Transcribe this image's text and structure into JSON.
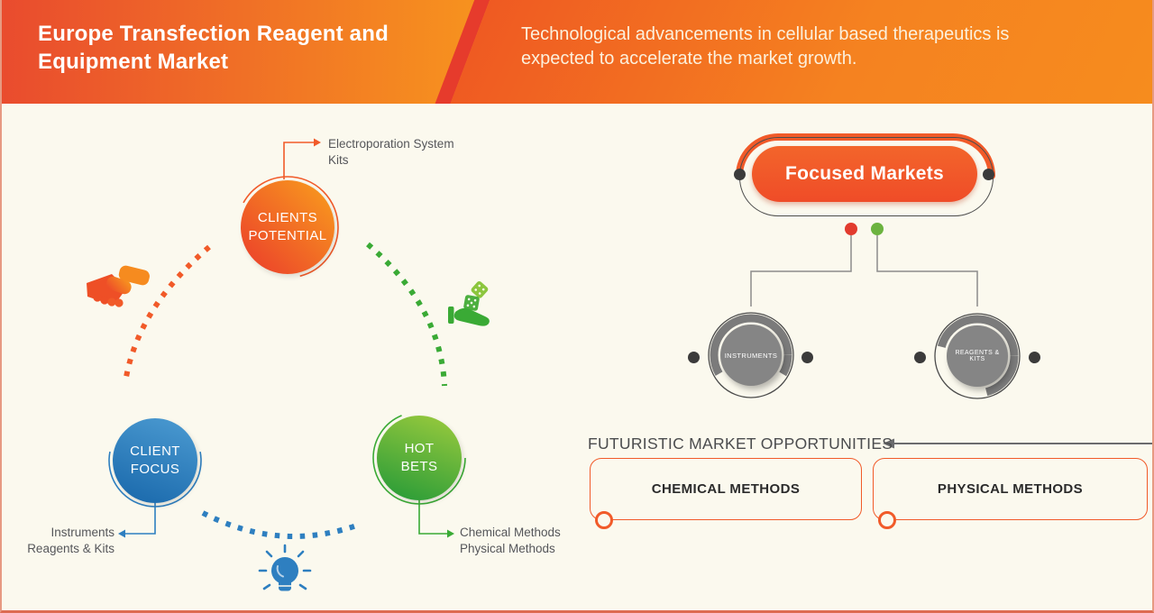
{
  "header": {
    "title_line1": "Europe Transfection Reagent and",
    "title_line2": "Equipment Market",
    "subtitle_line1": "Technological advancements in cellular based therapeutics is",
    "subtitle_line2": "expected to accelerate the market growth."
  },
  "cycle": {
    "clients_potential": {
      "line1": "CLIENTS",
      "line2": "POTENTIAL",
      "note_line1": "Electroporation System",
      "note_line2": "Kits"
    },
    "client_focus": {
      "line1": "CLIENT",
      "line2": "FOCUS",
      "note_line1": "Instruments",
      "note_line2": "Reagents & Kits"
    },
    "hot_bets": {
      "line1": "HOT",
      "line2": "BETS",
      "note_line1": "Chemical Methods",
      "note_line2": "Physical Methods"
    }
  },
  "focused_markets": {
    "title": "Focused Markets",
    "node1": "INSTRUMENTS",
    "node2": "REAGENTS & KITS"
  },
  "opportunities": {
    "heading": "FUTURISTIC MARKET OPPORTUNITIES",
    "box1": "CHEMICAL METHODS",
    "box2": "PHYSICAL METHODS"
  },
  "colors": {
    "accent_orange": "#f15a29",
    "accent_blue": "#2e7fc0",
    "accent_green": "#3aaa35",
    "node_gray": "#858585",
    "background": "#fbf9ee",
    "header_red": "#e94b2e",
    "header_orange": "#f8991d"
  }
}
